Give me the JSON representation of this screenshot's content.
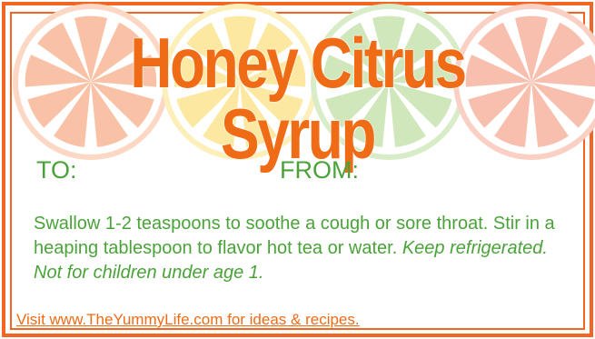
{
  "title": "Honey Citrus Syrup",
  "fields": {
    "to_label": "TO:",
    "from_label": "FROM:"
  },
  "instructions": {
    "text": "Swallow 1-2 teaspoons to soothe a cough or sore throat.  Stir in a heaping tablespoon to flavor hot tea or water.",
    "note": "Keep refrigerated. Not for children under age 1."
  },
  "footer": {
    "link_text": "Visit www.TheYummyLife.com for ideas & recipes."
  },
  "colors": {
    "orange": "#f26522",
    "green": "#4aa339",
    "orange_slice": "#f8b79a",
    "lemon_slice": "#fbe79a",
    "lime_slice": "#c6e3ad",
    "grapefruit_slice": "#f7b0a0"
  },
  "icons": [
    "orange-slice-icon",
    "lemon-slice-icon",
    "lime-slice-icon",
    "grapefruit-slice-icon"
  ]
}
